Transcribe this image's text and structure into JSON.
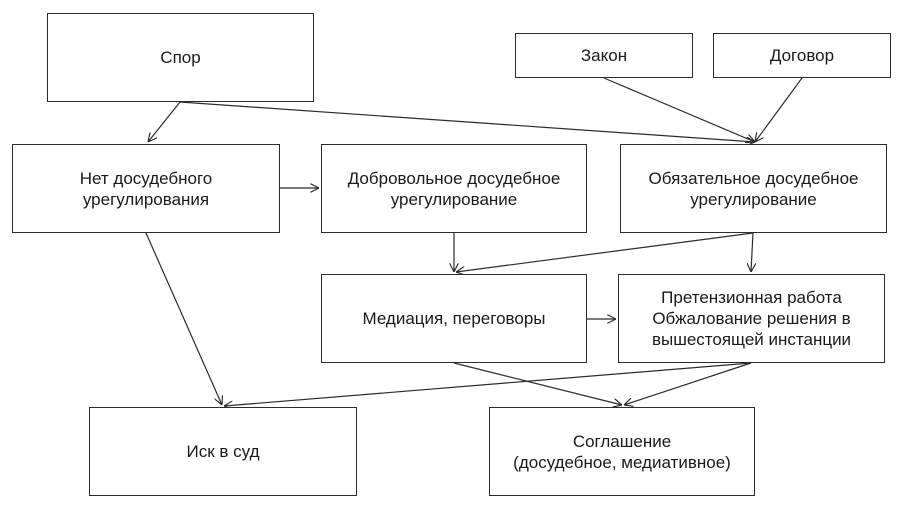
{
  "diagram": {
    "boxes": {
      "spor": {
        "lines": [
          "Спор"
        ]
      },
      "zakon": {
        "lines": [
          "Закон"
        ]
      },
      "dogovor": {
        "lines": [
          "Договор"
        ]
      },
      "net": {
        "lines": [
          "Нет досудебного",
          "урегулирования"
        ]
      },
      "dobr": {
        "lines": [
          "Добровольное досудебное",
          "урегулирование"
        ]
      },
      "obyaz": {
        "lines": [
          "Обязательное досудебное",
          "урегулирование"
        ]
      },
      "mediacia": {
        "lines": [
          "Медиация, переговоры"
        ]
      },
      "pretenz": {
        "lines": [
          "Претензионная работа",
          "Обжалование решения в",
          "вышестоящей инстанции"
        ]
      },
      "isk": {
        "lines": [
          "Иск в суд"
        ]
      },
      "soglashenie": {
        "lines": [
          "Соглашение",
          "(досудебное, медиативное)"
        ]
      }
    },
    "edges": [
      {
        "from": "spor",
        "to": "net"
      },
      {
        "from": "spor",
        "to": "obyaz"
      },
      {
        "from": "zakon",
        "to": "obyaz"
      },
      {
        "from": "dogovor",
        "to": "obyaz"
      },
      {
        "from": "net",
        "to": "dobr"
      },
      {
        "from": "net",
        "to": "isk"
      },
      {
        "from": "dobr",
        "to": "mediacia"
      },
      {
        "from": "obyaz",
        "to": "mediacia"
      },
      {
        "from": "obyaz",
        "to": "pretenz"
      },
      {
        "from": "mediacia",
        "to": "pretenz"
      },
      {
        "from": "mediacia",
        "to": "soglashenie"
      },
      {
        "from": "pretenz",
        "to": "isk"
      },
      {
        "from": "pretenz",
        "to": "soglashenie"
      }
    ],
    "colors": {
      "stroke": "#2b2b2b",
      "text": "#1a1a1a",
      "background": "#ffffff"
    }
  }
}
